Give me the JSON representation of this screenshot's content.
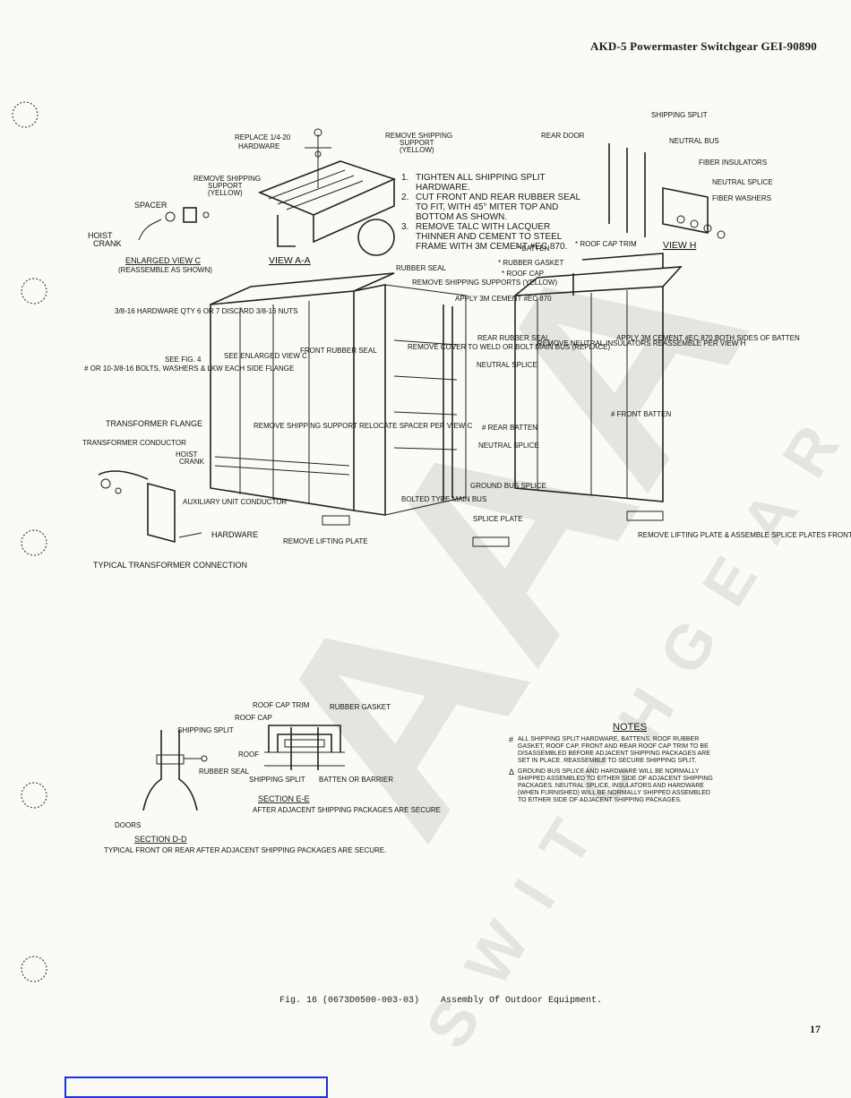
{
  "header": {
    "title": "AKD-5 Powermaster Switchgear   GEI-90890"
  },
  "page_number": "17",
  "caption": {
    "fig": "Fig. 16 (0673D0500-003-03)",
    "text": "Assembly Of Outdoor Equipment."
  },
  "watermark": {
    "brand": "AAA",
    "sub": "SWITCHGEAR"
  },
  "instructions": [
    {
      "n": "1.",
      "text": "TIGHTEN ALL SHIPPING SPLIT HARDWARE."
    },
    {
      "n": "2.",
      "text": "CUT FRONT AND REAR RUBBER SEAL TO FIT, WITH 45° MITER TOP AND BOTTOM AS SHOWN."
    },
    {
      "n": "3.",
      "text": "REMOVE TALC WITH LACQUER THINNER AND CEMENT TO STEEL FRAME WITH 3M CEMENT #EC 870."
    }
  ],
  "notes": {
    "title": "NOTES",
    "items": [
      {
        "mark": "#",
        "text": "ALL SHIPPING SPLIT HARDWARE, BATTENS, ROOF RUBBER GASKET, ROOF CAP, FRONT AND REAR ROOF CAP TRIM TO BE DISASSEMBLED BEFORE ADJACENT SHIPPING PACKAGES ARE SET IN PLACE. REASSEMBLE TO SECURE SHIPPING SPLIT."
      },
      {
        "mark": "Δ",
        "text": "GROUND BUS SPLICE AND HARDWARE WILL BE NORMALLY SHIPPED ASSEMBLED TO EITHER SIDE OF ADJACENT SHIPPING PACKAGES. NEUTRAL SPLICE, INSULATORS AND HARDWARE (WHEN FURNISHED) WILL BE NORMALLY SHIPPED ASSEMBLED TO EITHER SIDE OF ADJACENT SHIPPING PACKAGES."
      }
    ]
  },
  "labels": {
    "replace_hw": "REPLACE 1/4-20",
    "hardware": "HARDWARE",
    "remove_ship_support_1": "REMOVE SHIPPING",
    "remove_ship_support_2": "SUPPORT",
    "yellow": "(YELLOW)",
    "spacer": "SPACER",
    "hoist_crank": "HOIST",
    "crank": "CRANK",
    "enlarged_view_c": "ENLARGED VIEW C",
    "reassemble": "(REASSEMBLE AS SHOWN)",
    "view_aa": "VIEW A-A",
    "rubber_seal": "RUBBER SEAL",
    "shipping_split": "SHIPPING SPLIT",
    "rear_door": "REAR DOOR",
    "neutral_bus": "NEUTRAL BUS",
    "fiber_insulators": "FIBER INSULATORS",
    "neutral_splice": "NEUTRAL SPLICE",
    "fiber_washers": "FIBER WASHERS",
    "batten": "* BATTEN",
    "roof_cap_trim": "* ROOF CAP TRIM",
    "rubber_gasket": "* RUBBER GASKET",
    "roof_cap": "* ROOF CAP",
    "view_h": "VIEW H",
    "hardware_3816": "3/8-16 HARDWARE QTY 6 OR 7 DISCARD 3/8-16 NUTS",
    "bolts_note": "# OR 10-3/8-16 BOLTS, WASHERS & LKW EACH SIDE FLANGE",
    "see_fig4": "SEE FIG. 4",
    "see_enlarged": "SEE ENLARGED VIEW C",
    "front_rubber_seal": "FRONT RUBBER SEAL",
    "transformer_flange": "TRANSFORMER FLANGE",
    "remove_support_relocate": "REMOVE SHIPPING SUPPORT RELOCATE SPACER PER VIEW C",
    "transformer_conductor": "TRANSFORMER CONDUCTOR",
    "auxiliary_unit": "AUXILIARY UNIT CONDUCTOR",
    "hardware_11": "HARDWARE",
    "remove_lifting": "REMOVE LIFTING PLATE",
    "typical_transformer": "TYPICAL TRANSFORMER CONNECTION",
    "apply_cement": "APPLY 3M CEMENT #EC 870",
    "remove_cover": "REMOVE COVER TO WELD OR BOLT MAIN BUS (REPLACE)",
    "rear_rubber_seal": "REAR RUBBER SEAL",
    "neutral_splice_2": "NEUTRAL SPLICE",
    "remove_neutral": "REMOVE NEUTRAL INSULATORS REASSEMBLE PER VIEW H",
    "apply_cement_both": "APPLY 3M CEMENT #EC 870 BOTH SIDES OF BATTEN",
    "front_batten": "# FRONT BATTEN",
    "rear_batten": "# REAR BATTEN",
    "neutral_splice_3": "NEUTRAL SPLICE",
    "ground_bus": "GROUND BUS SPLICE",
    "bolted_main_bus": "BOLTED TYPE MAIN BUS",
    "splice_plate": "SPLICE PLATE",
    "remove_lifting_splice": "REMOVE LIFTING PLATE & ASSEMBLE SPLICE PLATES FRONT AND REAR",
    "remove_ship_supports": "REMOVE SHIPPING SUPPORTS (YELLOW)",
    "roof_cap_trim_2": "ROOF CAP TRIM",
    "rubber_gasket_2": "RUBBER GASKET",
    "roof_cap_2": "ROOF CAP",
    "roof": "ROOF",
    "shipping_split_2": "SHIPPING SPLIT",
    "batten_or_barrier": "BATTEN OR BARRIER",
    "section_ee": "SECTION E-E",
    "after_adjacent": "AFTER ADJACENT SHIPPING PACKAGES ARE SECURE",
    "shipping_split_3": "SHIPPING SPLIT",
    "rubber_seal_2": "RUBBER SEAL",
    "doors": "DOORS",
    "section_dd": "SECTION D-D",
    "typical_front_rear": "TYPICAL FRONT OR REAR AFTER ADJACENT SHIPPING PACKAGES ARE SECURE."
  }
}
